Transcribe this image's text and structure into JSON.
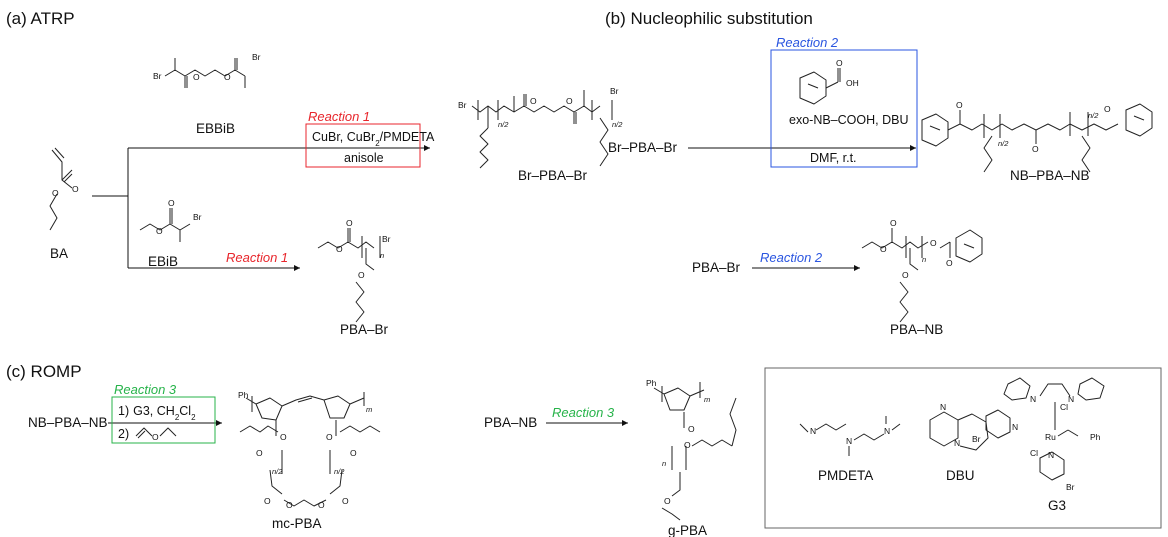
{
  "sections": {
    "atrp": "(a) ATRP",
    "nucleophilic": "(b) Nucleophilic substitution",
    "romp": "(c) ROMP"
  },
  "compounds": {
    "ebbib": "EBBiB",
    "ba": "BA",
    "ebib": "EBiB",
    "br_pba_br": "Br–PBA–Br",
    "pba_br": "PBA–Br",
    "nb_pba_nb": "NB–PBA–NB",
    "pba_nb": "PBA–NB",
    "mc_pba": "mc-PBA",
    "g_pba": "g-PBA",
    "pmdeta": "PMDETA",
    "dbu": "DBU",
    "g3": "G3"
  },
  "reactions": {
    "r1": "Reaction 1",
    "r2": "Reaction 2",
    "r3": "Reaction 3"
  },
  "conditions": {
    "r1_catalyst": "CuBr, CuBr",
    "r1_sub": "2",
    "r1_ligand": "/PMDETA",
    "r1_solvent": "anisole",
    "r2_reagents": "exo-NB–COOH, DBU",
    "r2_solvent": "DMF, r.t.",
    "r3_step1_num": "1)",
    "r3_step1": "G3, CH",
    "r3_step1_sub1": "2",
    "r3_step1_cl": "Cl",
    "r3_step1_sub2": "2",
    "r3_step2_num": "2)"
  },
  "atoms": {
    "br": "Br",
    "o": "O",
    "oh": "OH",
    "ph": "Ph",
    "n": "N",
    "cl": "Cl",
    "ru": "Ru",
    "n_sub": "n",
    "n2_sub": "n/2",
    "m_sub": "m"
  },
  "colors": {
    "reaction1": "#e8262c",
    "reaction2": "#2a55e0",
    "reaction3": "#27b34a",
    "catalyst_frame": "#666666"
  }
}
